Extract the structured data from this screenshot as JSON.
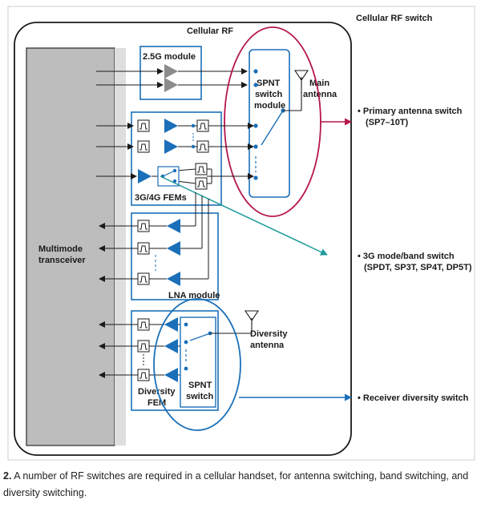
{
  "diagram": {
    "title": "Cellular RF switch",
    "panel_label": "Cellular RF",
    "transceiver_label_line1": "Multimode",
    "transceiver_label_line2": "transceiver",
    "module_25g": "2.5G module",
    "spnt_main_line1": "SPNT",
    "spnt_main_line2": "switch",
    "spnt_main_line3": "module",
    "main_antenna_line1": "Main",
    "main_antenna_line2": "antenna",
    "fem_label": "3G/4G FEMs",
    "lna_label": "LNA module",
    "diversity_antenna_line1": "Diversity",
    "diversity_antenna_line2": "antenna",
    "diversity_fem_line1": "Diversity",
    "diversity_fem_line2": "FEM",
    "spnt_div_line1": "SPNT",
    "spnt_div_line2": "switch",
    "callout_primary_line1": "• Primary antenna switch",
    "callout_primary_line2": "(SP7–10T)",
    "callout_mode_line1": "• 3G mode/band switch",
    "callout_mode_line2": "(SPDT, SP3T, SP4T, DP5T)",
    "callout_diversity": "• Receiver diversity switch",
    "colors": {
      "blue": "#1a6fb8",
      "crimson": "#b5174b",
      "teal": "#1f9a9a",
      "gray": "#bdbdbd",
      "amp_gray": "#8c8c8c"
    }
  },
  "caption": {
    "number": "2.",
    "text": " A number of RF switches are required in a cellular handset, for antenna switching, band switching, and diversity switching."
  }
}
